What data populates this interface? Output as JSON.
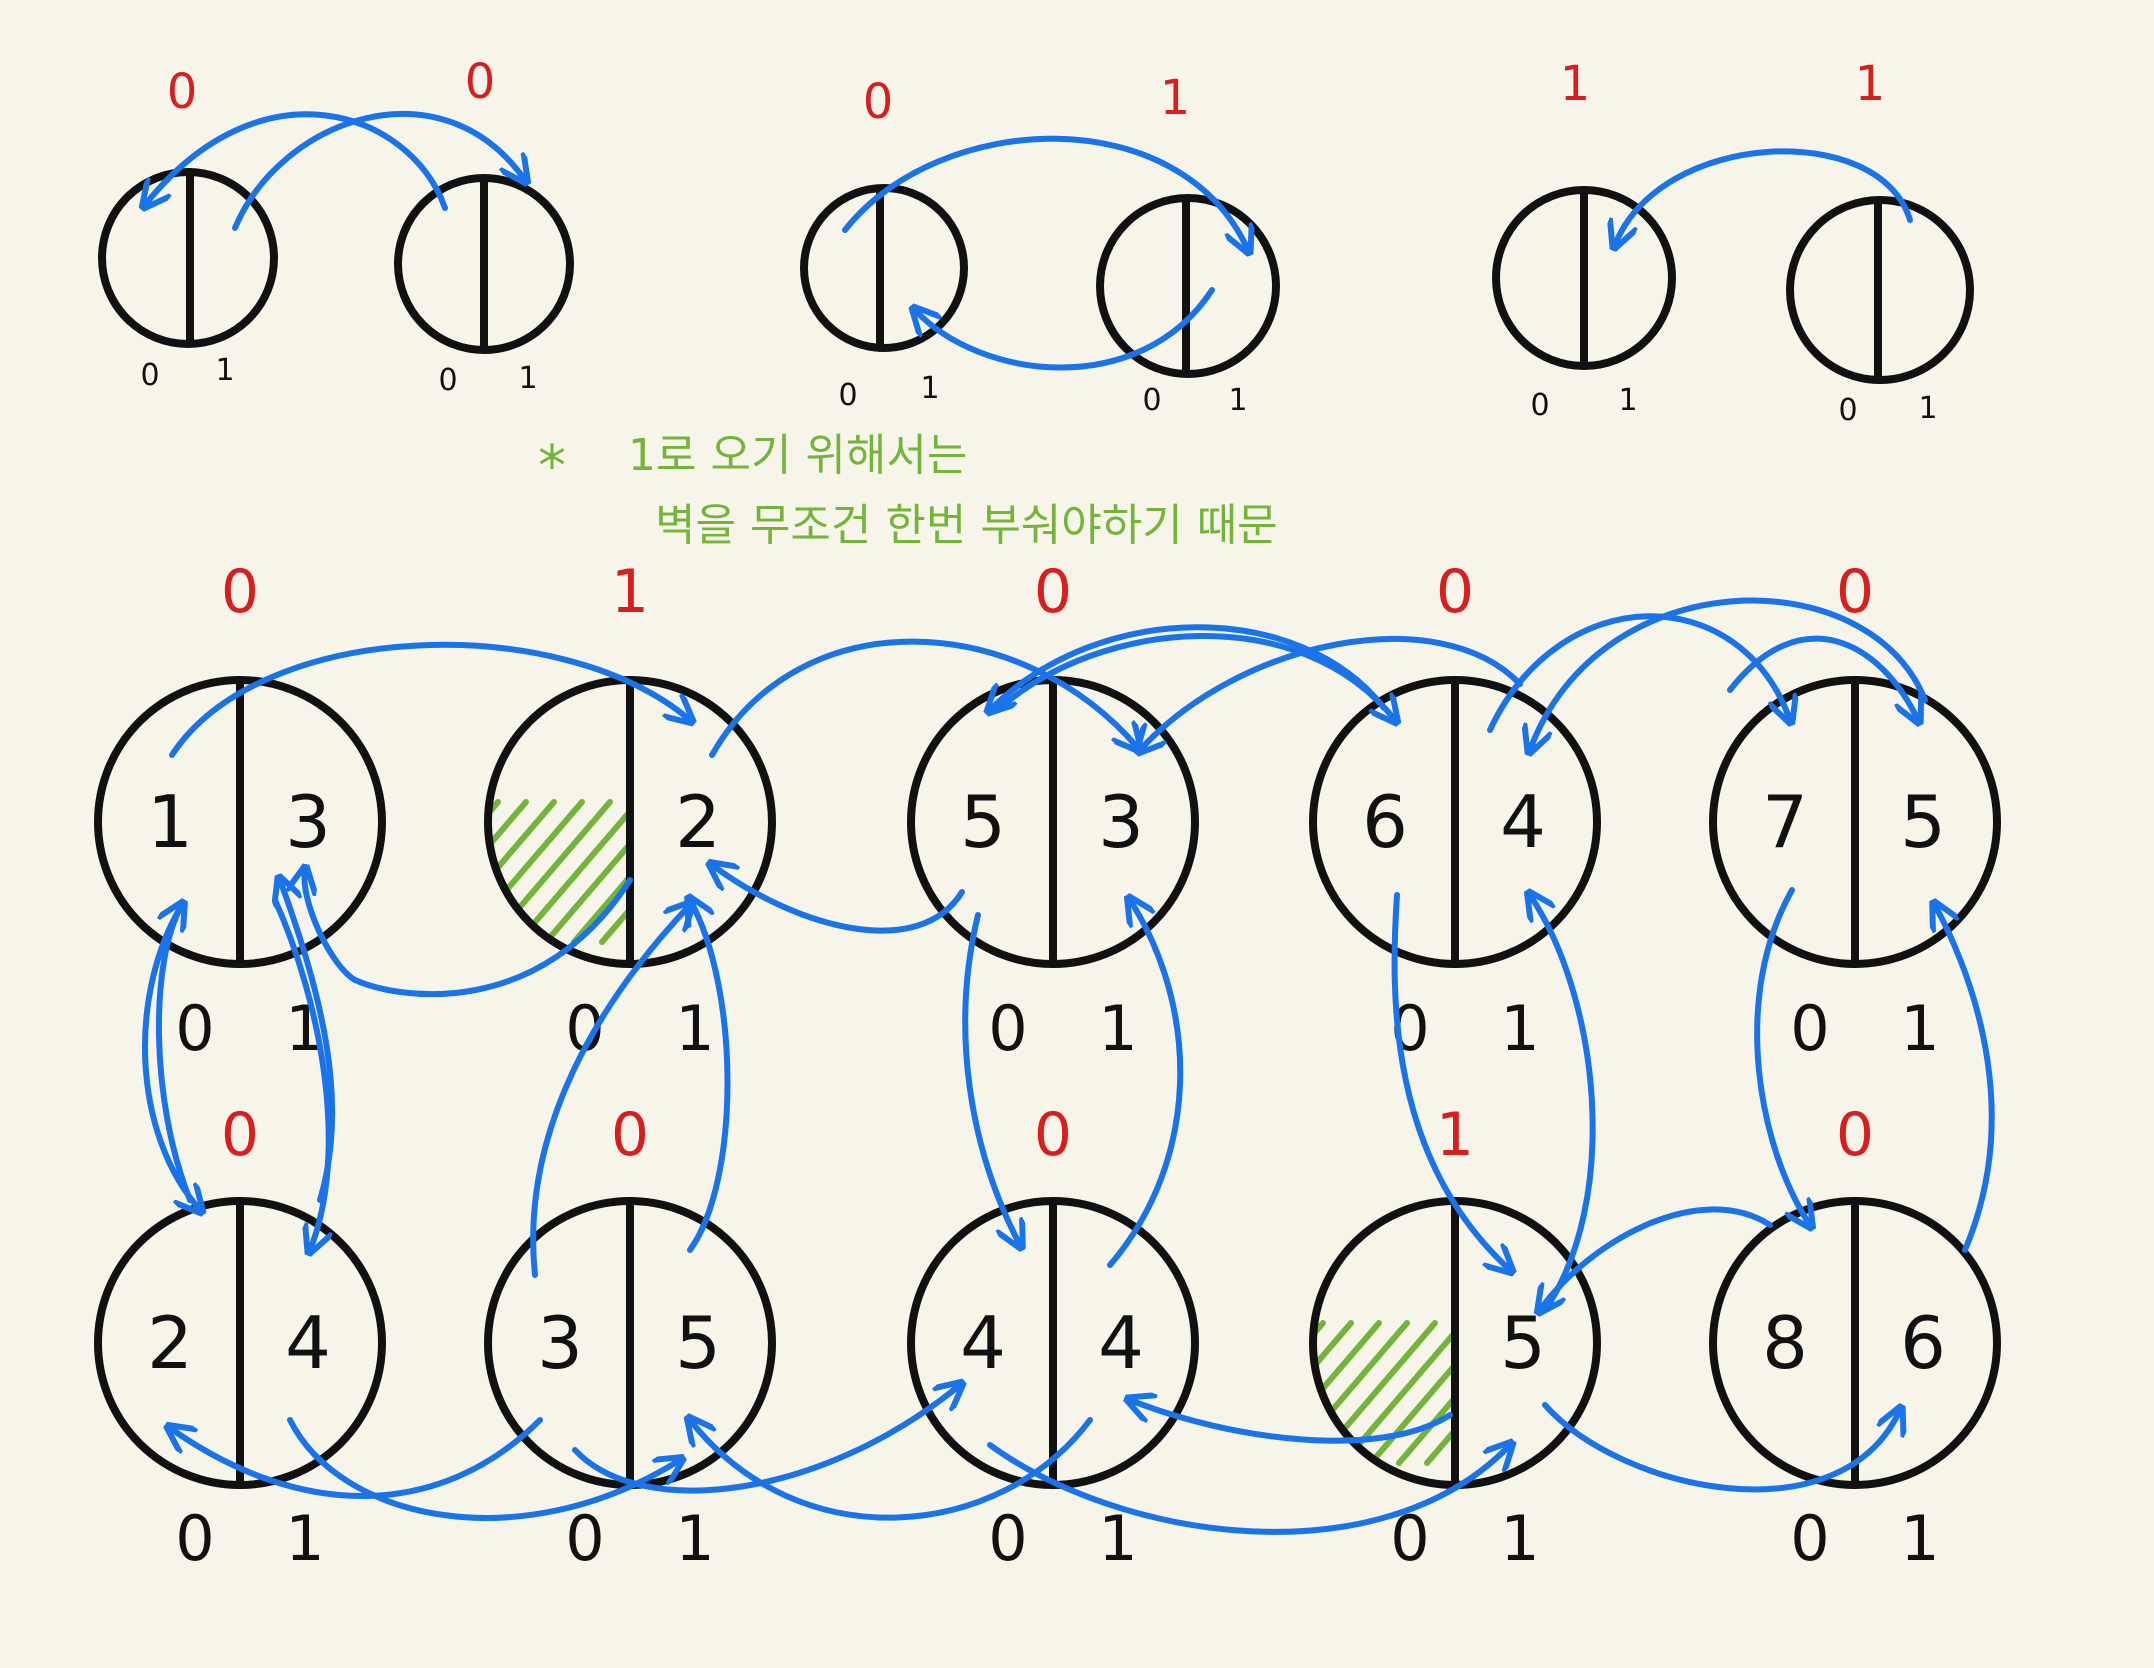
{
  "colors": {
    "background": "#f7f5e9",
    "ink": "#111111",
    "state_label": "#d81e1e",
    "arrow": "#1a73e8",
    "note": "#74b43b",
    "hatch": "#74b43b"
  },
  "top_row": [
    {
      "left_state": "0",
      "right_state": "0",
      "left_ports": [
        "0",
        "1"
      ],
      "right_ports": [
        "0",
        "1"
      ]
    },
    {
      "left_state": "0",
      "right_state": "1",
      "left_ports": [
        "0",
        "1"
      ],
      "right_ports": [
        "0",
        "1"
      ]
    },
    {
      "left_state": "1",
      "right_state": "1",
      "left_ports": [
        "0",
        "1"
      ],
      "right_ports": [
        "0",
        "1"
      ]
    }
  ],
  "note": {
    "marker": "*",
    "line1": "1로 오기 위해서는",
    "line2": "벽을 무조건 한번 부숴야하기 때문"
  },
  "grid": [
    {
      "state": "0",
      "left": "1",
      "right": "3",
      "ports": [
        "0",
        "1"
      ],
      "hatched": false
    },
    {
      "state": "1",
      "left": "",
      "right": "2",
      "ports": [
        "0",
        "1"
      ],
      "hatched": true
    },
    {
      "state": "0",
      "left": "5",
      "right": "3",
      "ports": [
        "0",
        "1"
      ],
      "hatched": false
    },
    {
      "state": "0",
      "left": "6",
      "right": "4",
      "ports": [
        "0",
        "1"
      ],
      "hatched": false
    },
    {
      "state": "0",
      "left": "7",
      "right": "5",
      "ports": [
        "0",
        "1"
      ],
      "hatched": false
    },
    {
      "state": "0",
      "left": "2",
      "right": "4",
      "ports": [
        "0",
        "1"
      ],
      "hatched": false
    },
    {
      "state": "0",
      "left": "3",
      "right": "5",
      "ports": [
        "0",
        "1"
      ],
      "hatched": false
    },
    {
      "state": "0",
      "left": "4",
      "right": "4",
      "ports": [
        "0",
        "1"
      ],
      "hatched": false
    },
    {
      "state": "1",
      "left": "",
      "right": "5",
      "ports": [
        "0",
        "1"
      ],
      "hatched": true
    },
    {
      "state": "0",
      "left": "8",
      "right": "6",
      "ports": [
        "0",
        "1"
      ],
      "hatched": false
    }
  ]
}
